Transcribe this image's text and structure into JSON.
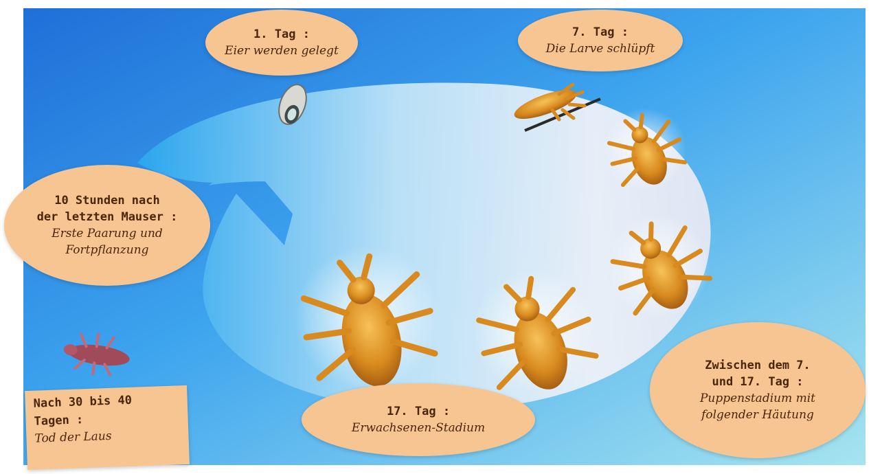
{
  "stages": [
    {
      "id": "day1",
      "title": "1. Tag :",
      "text": "Eier werden gelegt"
    },
    {
      "id": "day7",
      "title": "7. Tag :",
      "text": "Die Larve schlüpft"
    },
    {
      "id": "mating",
      "title": "10 Stunden nach\nder letzten Mauser :",
      "text": "Erste Paarung und\nFortpflanzung"
    },
    {
      "id": "day17",
      "title": "17. Tag :",
      "text": "Erwachsenen-Stadium"
    },
    {
      "id": "between",
      "title": "Zwischen dem 7.\nund 17. Tag :",
      "text": "Puppenstadium mit\nfolgender Häutung"
    },
    {
      "id": "death",
      "title": "Nach 30 bis 40\nTagen :",
      "text": "Tod der Laus"
    }
  ],
  "colors": {
    "bubble": "#f6c592",
    "text": "#4a2508",
    "background_top": "#2f8ff0",
    "background_bottom": "#8fe0f0",
    "arrow": "#dde8f4",
    "louse": "#d4881c",
    "dead_louse": "#a04a5a"
  }
}
